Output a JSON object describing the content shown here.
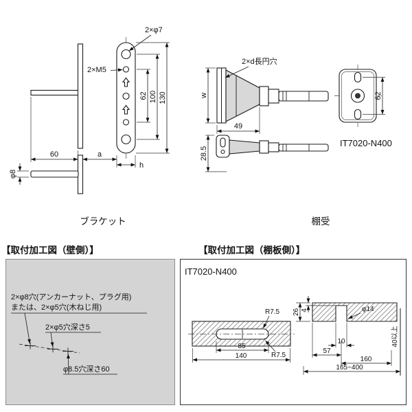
{
  "bracket": {
    "caption": "ブラケット",
    "label_holes": "2×φ7",
    "label_m5": "2×M5",
    "dim_130": "130",
    "dim_100": "100",
    "dim_62": "62",
    "dim_60": "60",
    "dim_a": "a",
    "dim_h": "h",
    "dim_phi8": "φ8"
  },
  "shelf": {
    "caption": "棚受",
    "part_no": "IT7020-N400",
    "label_slot": "2×d長円穴",
    "dim_w": "w",
    "dim_49": "49",
    "dim_28_5": "28.5",
    "dim_62": "62"
  },
  "wall_panel": {
    "title": "【取付加工図（壁側）】",
    "note_holes_1": "2×φ8穴(アンカーナット、プラグ用)",
    "note_holes_2": "または、2×φ5穴(木ねじ用)",
    "note_pilot": "2×φ5穴深さ5",
    "note_anchor": "φ8.5穴深さ60"
  },
  "shelf_panel": {
    "title": "【取付加工図（棚板側）】",
    "part_no": "IT7020-N400",
    "dim_r75_top": "R7.5",
    "dim_r75_bottom": "R7.5",
    "dim_85": "85",
    "dim_140": "140",
    "dim_26": "26",
    "dim_4": "4",
    "dim_phi14": "φ14",
    "dim_10": "10",
    "dim_57": "57",
    "dim_160": "160",
    "dim_range": "165~400",
    "dim_min40": "40以上"
  }
}
